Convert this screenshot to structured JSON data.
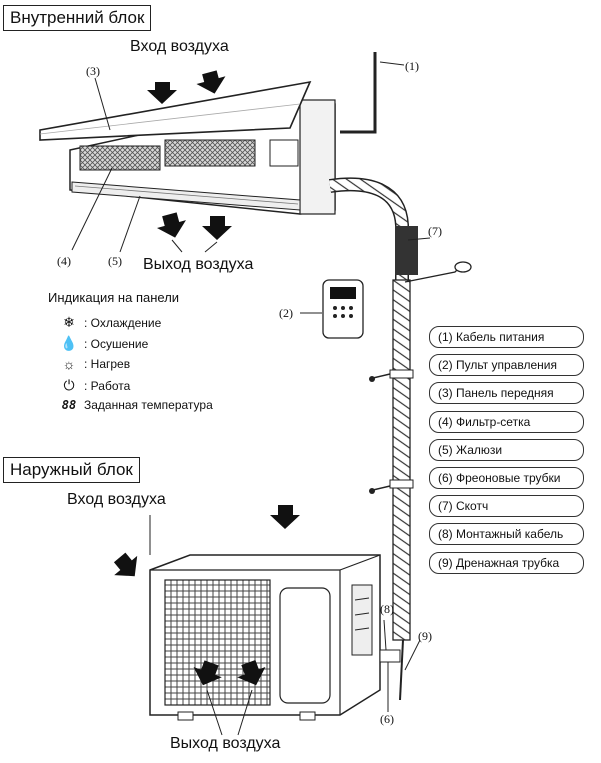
{
  "indoor": {
    "title": "Внутренний блок",
    "air_in": "Вход воздуха",
    "air_out": "Выход воздуха"
  },
  "outdoor": {
    "title": "Наружный блок",
    "air_in": "Вход воздуха",
    "air_out": "Выход воздуха"
  },
  "panel": {
    "title": "Индикация на панели",
    "items": [
      {
        "icon": "snowflake-icon",
        "label": ": Охлаждение"
      },
      {
        "icon": "droplets-icon",
        "label": ": Осушение"
      },
      {
        "icon": "sun-icon",
        "label": ": Нагрев"
      },
      {
        "icon": "power-icon",
        "label": ": Работа"
      },
      {
        "icon": "digits-icon",
        "label": "Заданная температура"
      }
    ]
  },
  "callouts": [
    "(1)",
    "(2)",
    "(3)",
    "(4)",
    "(5)",
    "(6)",
    "(7)",
    "(8)",
    "(9)"
  ],
  "legend": [
    "(1) Кабель питания",
    "(2) Пульт управления",
    "(3) Панель передняя",
    "(4) Фильтр-сетка",
    "(5) Жалюзи",
    "(6) Фреоновые трубки",
    "(7) Скотч",
    "(8) Монтажный кабель",
    "(9) Дренажная трубка"
  ],
  "remote": {
    "display": "88"
  }
}
